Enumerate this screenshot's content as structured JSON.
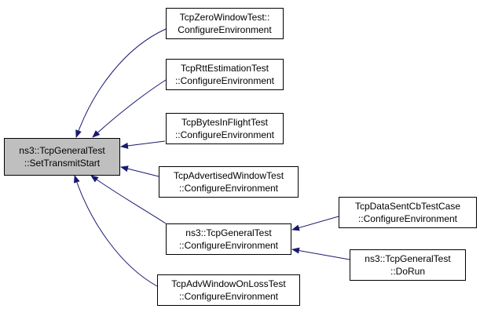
{
  "graph": {
    "edge_color": "#191970",
    "focus_fill": "#bfbfbf",
    "nodes": [
      {
        "id": "n0",
        "line1": "ns3::TcpGeneralTest",
        "line2": "::SetTransmitStart",
        "focus": true
      },
      {
        "id": "n1",
        "line1": "TcpZeroWindowTest::",
        "line2": "ConfigureEnvironment"
      },
      {
        "id": "n2",
        "line1": "TcpRttEstimationTest",
        "line2": "::ConfigureEnvironment"
      },
      {
        "id": "n3",
        "line1": "TcpBytesInFlightTest",
        "line2": "::ConfigureEnvironment"
      },
      {
        "id": "n4",
        "line1": "TcpAdvertisedWindowTest",
        "line2": "::ConfigureEnvironment"
      },
      {
        "id": "n5",
        "line1": "ns3::TcpGeneralTest",
        "line2": "::ConfigureEnvironment"
      },
      {
        "id": "n6",
        "line1": "TcpAdvWindowOnLossTest",
        "line2": "::ConfigureEnvironment"
      },
      {
        "id": "n7",
        "line1": "TcpDataSentCbTestCase",
        "line2": "::ConfigureEnvironment"
      },
      {
        "id": "n8",
        "line1": "ns3::TcpGeneralTest",
        "line2": "::DoRun"
      }
    ],
    "edges": [
      {
        "from": "n1",
        "to": "n0"
      },
      {
        "from": "n2",
        "to": "n0"
      },
      {
        "from": "n3",
        "to": "n0"
      },
      {
        "from": "n4",
        "to": "n0"
      },
      {
        "from": "n5",
        "to": "n0"
      },
      {
        "from": "n6",
        "to": "n0"
      },
      {
        "from": "n7",
        "to": "n5"
      },
      {
        "from": "n8",
        "to": "n5"
      }
    ]
  }
}
